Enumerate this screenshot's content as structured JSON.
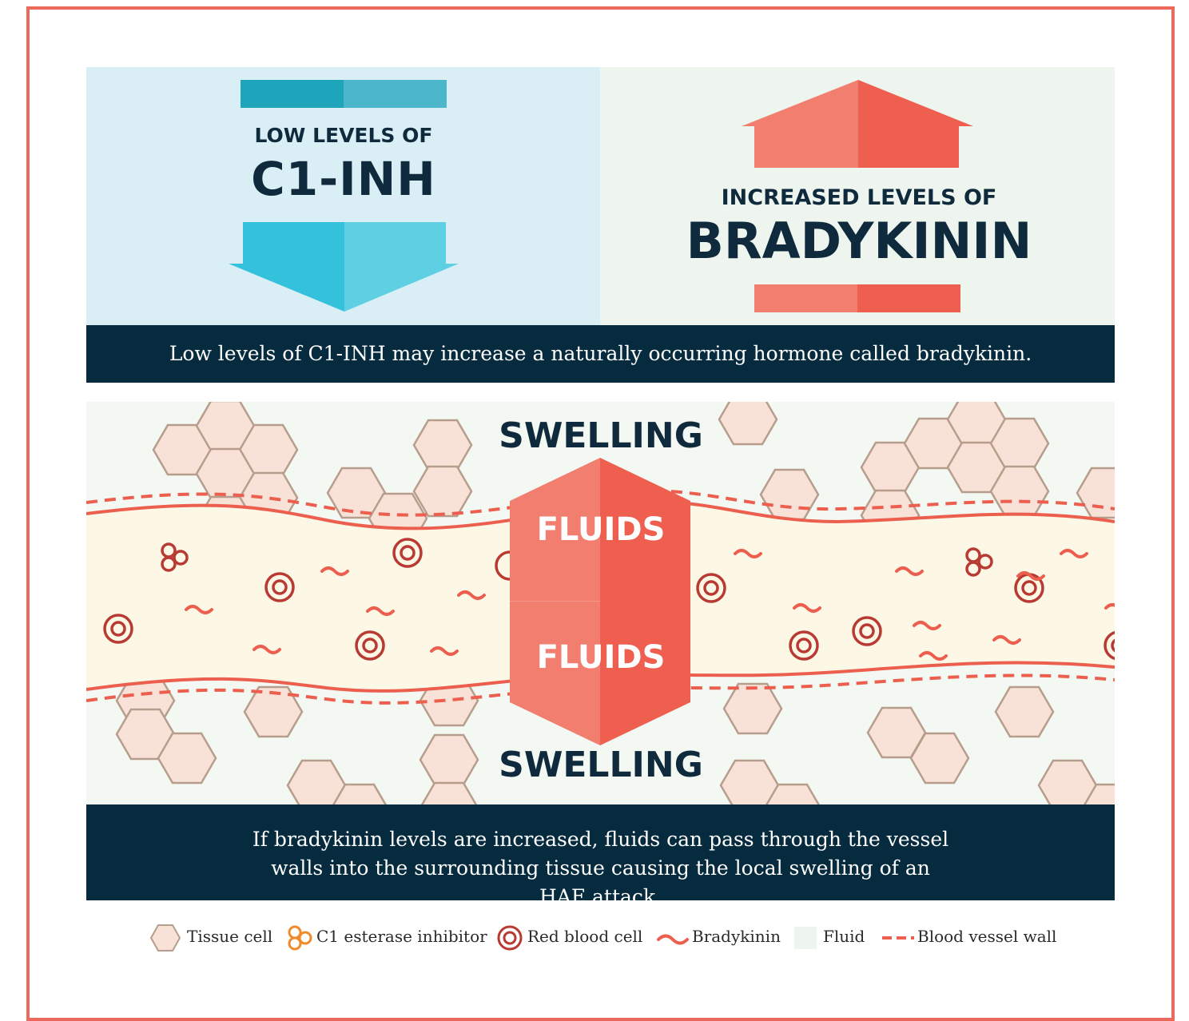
{
  "top": {
    "left_small": "LOW LEVELS OF",
    "left_big": "C1-INH",
    "right_small": "INCREASED LEVELS OF",
    "right_big": "BRADYKININ",
    "caption": "Low levels of C1-INH may increase a naturally occurring hormone called bradykinin."
  },
  "diagram": {
    "swelling_top": "SWELLING",
    "swelling_bottom": "SWELLING",
    "fluids_top": "FLUIDS",
    "fluids_bottom": "FLUIDS",
    "caption": "If bradykinin levels are increased, fluids can pass through the vessel walls into the surrounding tissue causing the local swelling of an HAE attack."
  },
  "legend": {
    "tissue_cell": "Tissue cell",
    "c1_inhibitor": "C1 esterase inhibitor",
    "red_blood_cell": "Red blood cell",
    "bradykinin": "Bradykinin",
    "fluid": "Fluid",
    "vessel_wall": "Blood vessel wall"
  },
  "colors": {
    "frame": "#ec6a5c",
    "navy": "#062b3e",
    "teal_arrow": "#33c1dc",
    "coral_arrow": "#ef5f50",
    "tissue_fill": "#f8e1d6",
    "tissue_stroke": "#b79d8b",
    "fluid": "#fdf8e6",
    "rbc": "#b83a32"
  }
}
